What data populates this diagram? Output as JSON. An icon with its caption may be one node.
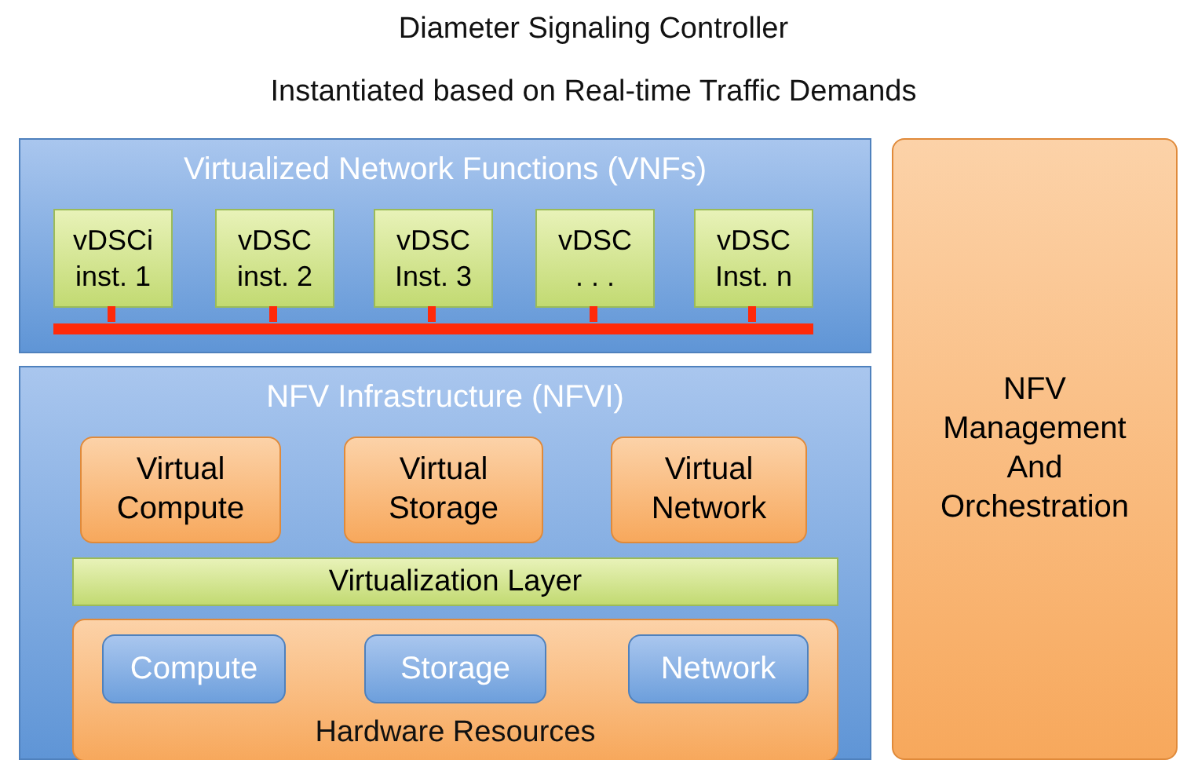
{
  "diagram": {
    "title": "Diameter Signaling Controller",
    "nodes": [
      {
        "text": [
          "Virtualized Network Functions (VNFs)"
        ]
      },
      {
        "text": [
          "vDSCi inst. 1"
        ],
        "in": 0
      },
      {
        "text": [
          "vDSC inst. 2"
        ],
        "in": 0
      },
      {
        "text": [
          "vDSC Inst. 3"
        ],
        "in": 0
      },
      {
        "text": [
          "vDSC . . ."
        ],
        "in": 0
      },
      {
        "text": [
          "vDSC Inst. n"
        ],
        "in": 0
      },
      {
        "text": [],
        "shape": "bar",
        "in": 0
      },
      {
        "text": [
          "NFV Infrastructure (NFVI)"
        ]
      },
      {
        "text": [
          "Virtual Compute"
        ],
        "in": 7
      },
      {
        "text": [
          "Virtual Storage"
        ],
        "in": 7
      },
      {
        "text": [
          "Virtual Network"
        ],
        "in": 7
      },
      {
        "text": [
          "Virtualization Layer"
        ],
        "in": 7
      },
      {
        "text": [
          "Hardware Resources"
        ],
        "in": 7
      },
      {
        "text": [
          "Compute"
        ],
        "in": 12
      },
      {
        "text": [
          "Storage"
        ],
        "in": 12
      },
      {
        "text": [
          "Network"
        ],
        "in": 12
      },
      {
        "text": [
          "NFV Management And Orchestration"
        ]
      }
    ],
    "edges": [
      {
        "from": 1,
        "to": 6,
        "arrow": "none"
      },
      {
        "from": 2,
        "to": 6,
        "arrow": "none"
      },
      {
        "from": 3,
        "to": 6,
        "arrow": "none"
      },
      {
        "from": 4,
        "to": 6,
        "arrow": "none"
      },
      {
        "from": 5,
        "to": 6,
        "arrow": "none"
      }
    ],
    "labels": [
      "Instantiated based on Real-time Traffic Demands"
    ]
  }
}
